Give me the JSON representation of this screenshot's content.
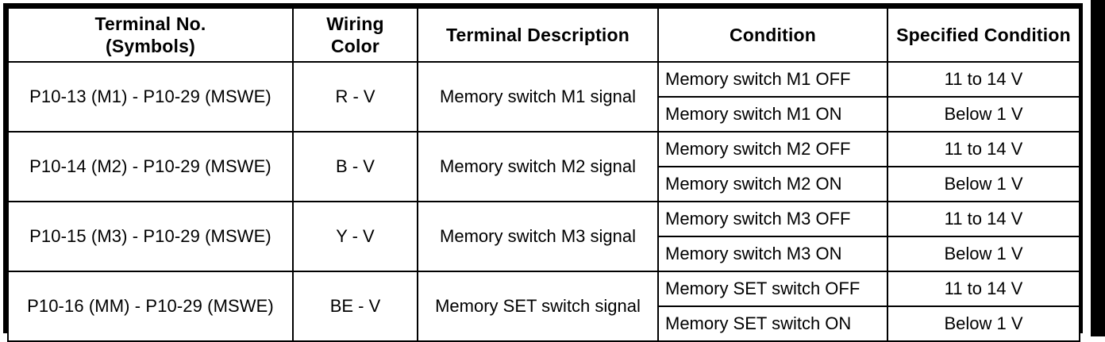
{
  "table": {
    "headers": [
      {
        "line1": "Terminal No.",
        "line2": "(Symbols)"
      },
      {
        "line1": "Wiring Color",
        "line2": ""
      },
      {
        "line1": "Terminal Description",
        "line2": ""
      },
      {
        "line1": "Condition",
        "line2": ""
      },
      {
        "line1": "Specified Condition",
        "line2": ""
      }
    ],
    "rows": [
      {
        "terminal": "P10-13 (M1) - P10-29 (MSWE)",
        "wiring_color": "R - V",
        "description": "Memory switch M1 signal",
        "conditions": [
          {
            "condition": "Memory switch M1 OFF",
            "specified": "11 to 14 V"
          },
          {
            "condition": "Memory switch M1 ON",
            "specified": "Below 1 V"
          }
        ]
      },
      {
        "terminal": "P10-14 (M2) - P10-29 (MSWE)",
        "wiring_color": "B - V",
        "description": "Memory switch M2 signal",
        "conditions": [
          {
            "condition": "Memory switch M2 OFF",
            "specified": "11 to 14 V"
          },
          {
            "condition": "Memory switch M2 ON",
            "specified": "Below 1 V"
          }
        ]
      },
      {
        "terminal": "P10-15 (M3) - P10-29 (MSWE)",
        "wiring_color": "Y - V",
        "description": "Memory switch M3 signal",
        "conditions": [
          {
            "condition": "Memory switch M3 OFF",
            "specified": "11 to 14 V"
          },
          {
            "condition": "Memory switch M3 ON",
            "specified": "Below 1 V"
          }
        ]
      },
      {
        "terminal": "P10-16 (MM) - P10-29 (MSWE)",
        "wiring_color": "BE - V",
        "description": "Memory SET switch signal",
        "conditions": [
          {
            "condition": "Memory SET switch OFF",
            "specified": "11 to 14 V"
          },
          {
            "condition": "Memory SET switch ON",
            "specified": "Below 1 V"
          }
        ]
      }
    ]
  },
  "colors": {
    "ink": "#000000",
    "paper": "#ffffff"
  }
}
